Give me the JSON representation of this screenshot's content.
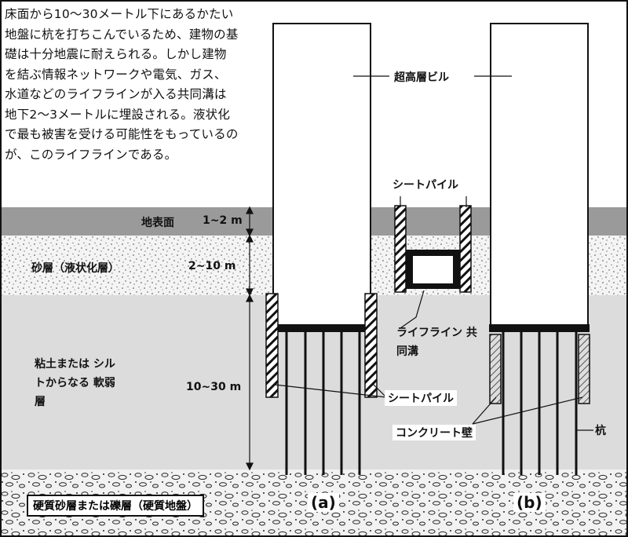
{
  "intro_text": "床面から10〜30メートル下にあるかたい地盤に杭を打ちこんでいるため、建物の基礎は十分地震に耐えられる。しかし建物を結ぶ情報ネットワークや電気、ガス、水道などのライフラインが入る共同溝は地下2〜3メートルに埋設される。液状化で最も被害を受ける可能性をもっているのが、このライフラインである。",
  "layers": {
    "surface": "地表面",
    "sand": "砂層（液状化層）",
    "clay": "粘土または シルトからなる 軟弱層",
    "hard": "硬質砂層または礫層（硬質地盤）"
  },
  "depths": {
    "surface": "1~2 m",
    "sand": "2~10 m",
    "clay": "10~30 m"
  },
  "labels": {
    "building": "超高層ビル",
    "sheet_pile_top": "シートパイル",
    "lifeline": "ライフライン 共同溝",
    "sheet_pile_bottom": "シートパイル",
    "concrete_wall": "コンクリート壁",
    "pile": "杭",
    "fig_a": "(a)",
    "fig_b": "(b)"
  }
}
